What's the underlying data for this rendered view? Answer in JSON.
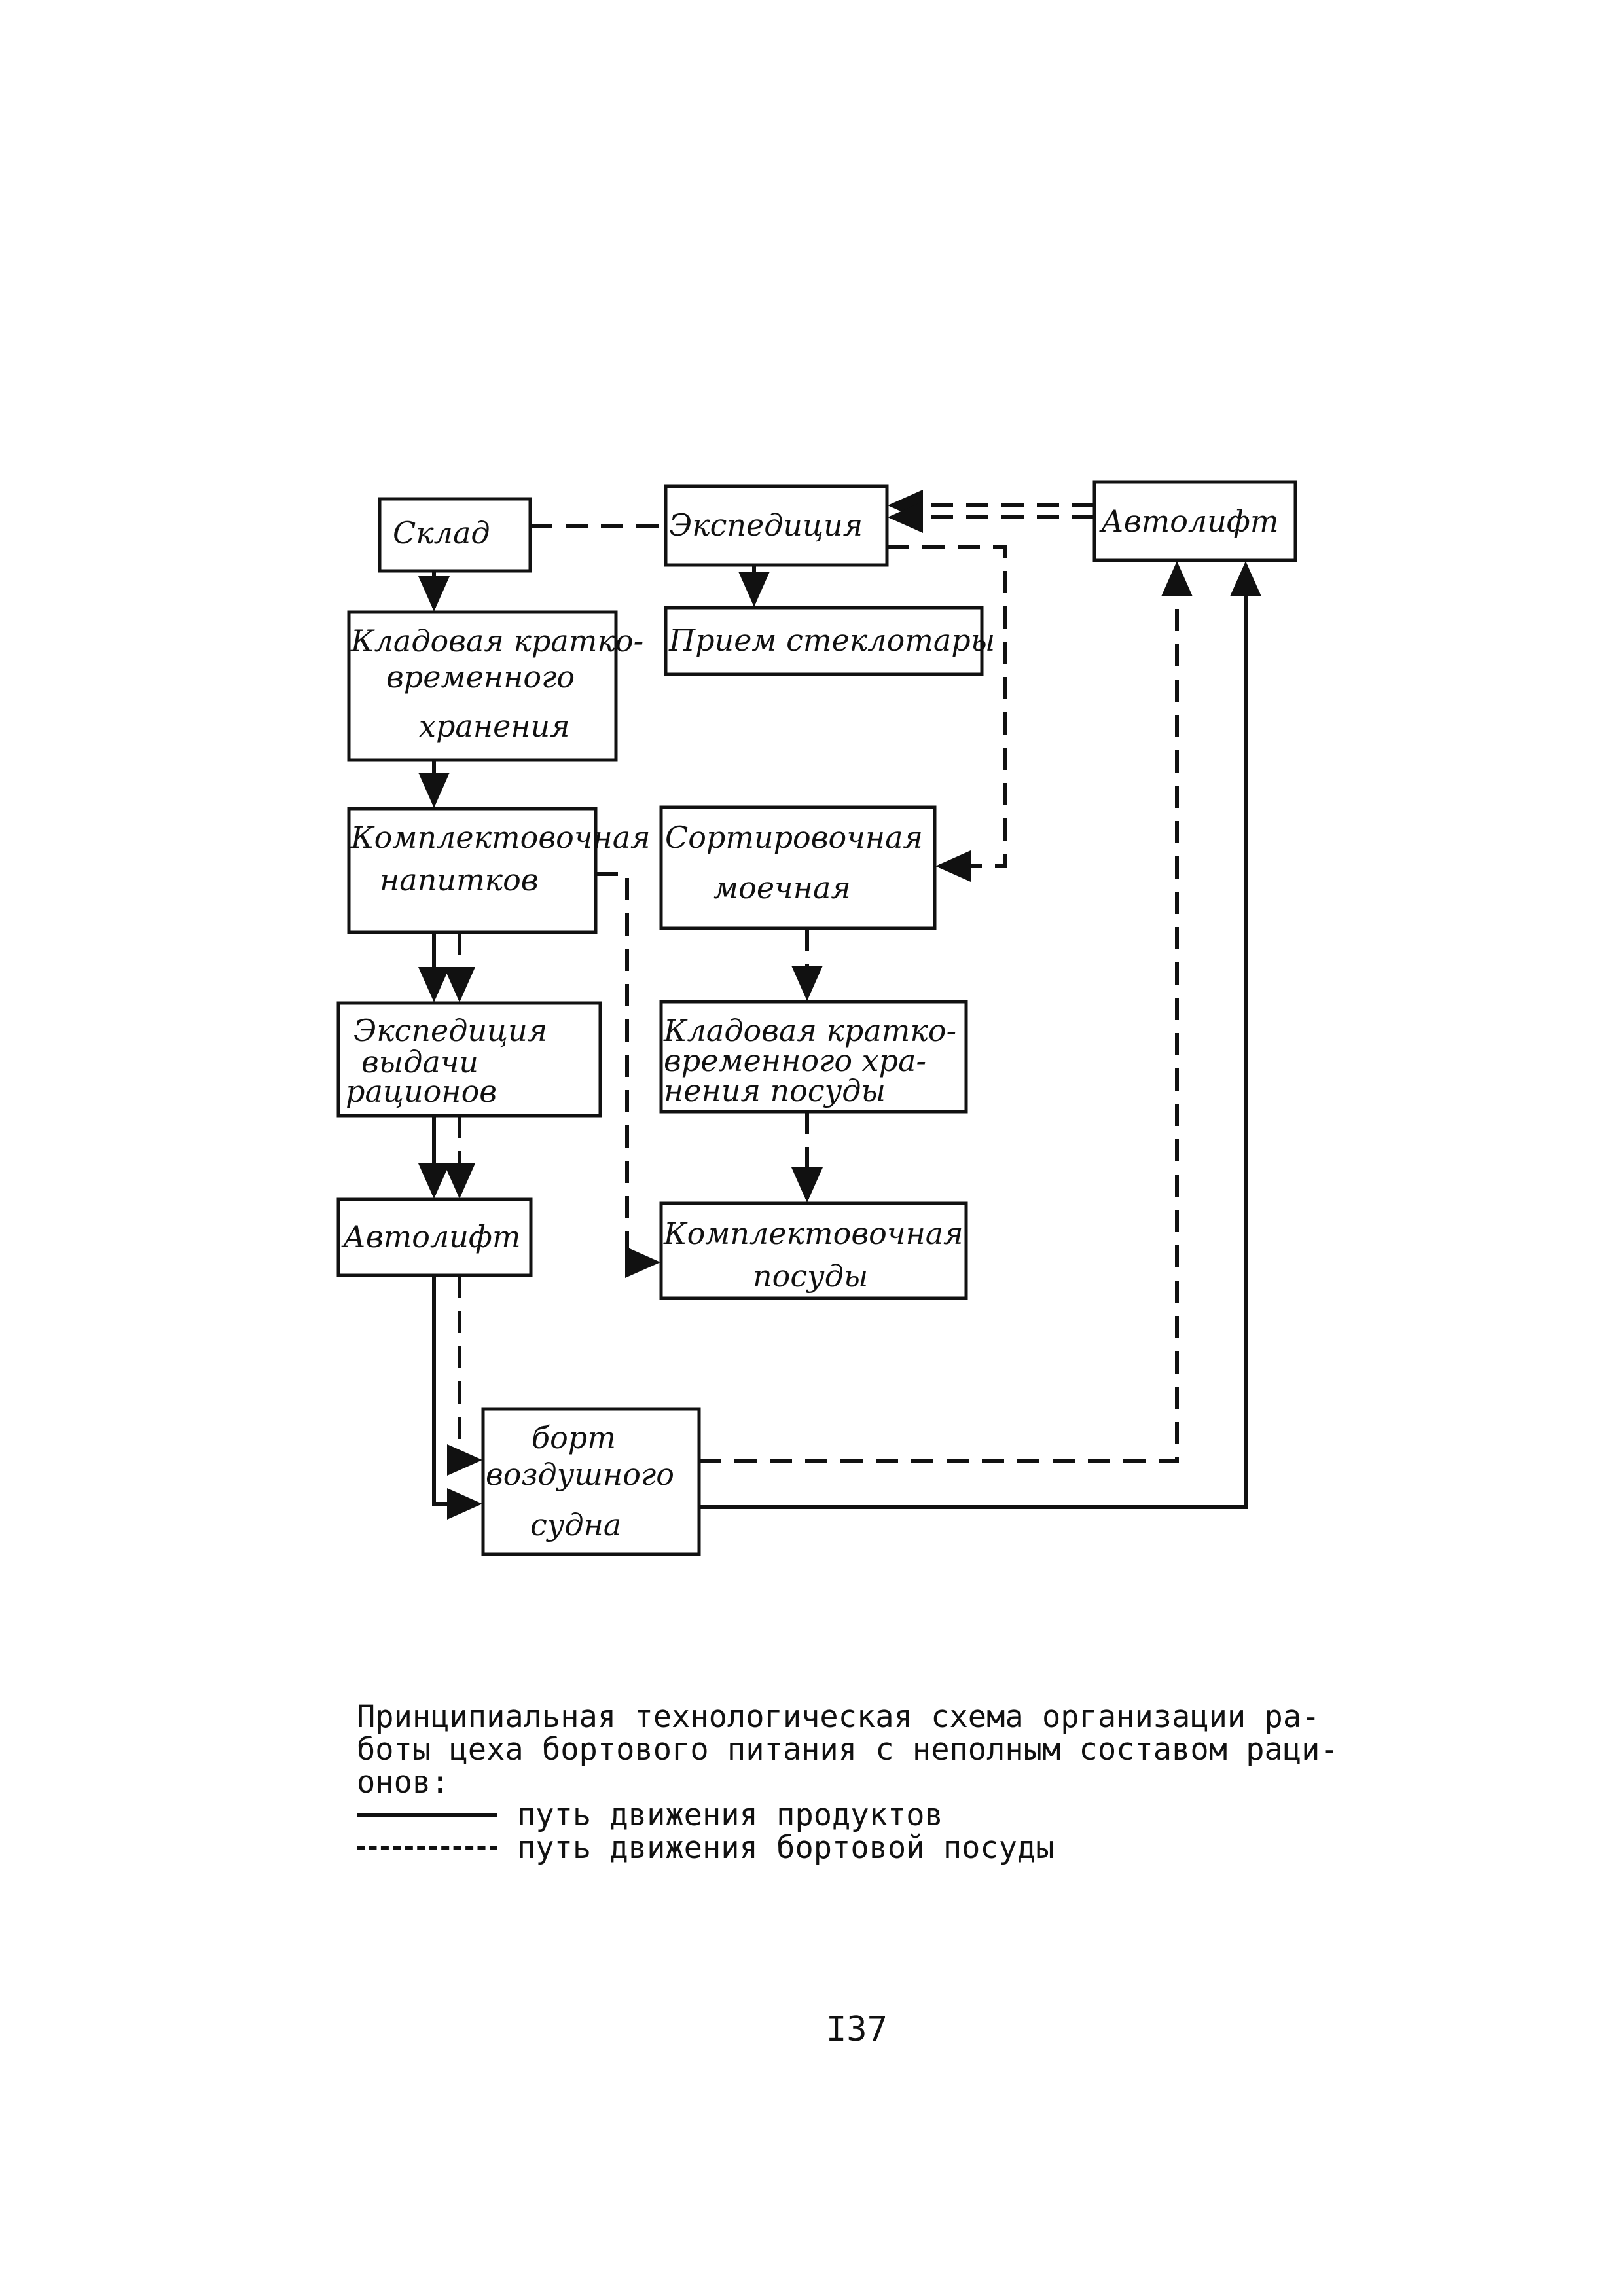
{
  "diagram": {
    "boxes": {
      "sklad": [
        "Склад"
      ],
      "ekspediciya_top": [
        "Экспедиция"
      ],
      "avtolift_top": [
        "Автолифт"
      ],
      "kladovaya1": [
        "Кладовая кратко-",
        "временного",
        "хранения"
      ],
      "priem": [
        "Прием стеклотары"
      ],
      "komplekt_napitkov": [
        "Комплектовочная",
        "напитков"
      ],
      "sortirovochnaya": [
        "Сортировочная",
        "моечная"
      ],
      "ekspediciya_vydachi": [
        "Экспедиция",
        "выдачи",
        "рационов"
      ],
      "kladovaya_posudy": [
        "Кладовая кратко-",
        "временного хра-",
        "нения посуды"
      ],
      "avtolift_bottom": [
        "Автолифт"
      ],
      "komplekt_posudy": [
        "Комплектовочная",
        "посуды"
      ],
      "bort": [
        "борт",
        "воздушного",
        "судна"
      ]
    }
  },
  "caption": {
    "lines": [
      "Принципиальная технологическая схема организации ра-",
      "боты цеха бортового питания с неполным составом раци-",
      "онов:"
    ],
    "legend": [
      {
        "style": "solid",
        "label": "путь движения продуктов"
      },
      {
        "style": "dashed",
        "label": "путь движения бортовой посуды"
      }
    ]
  },
  "page_number": "I37"
}
